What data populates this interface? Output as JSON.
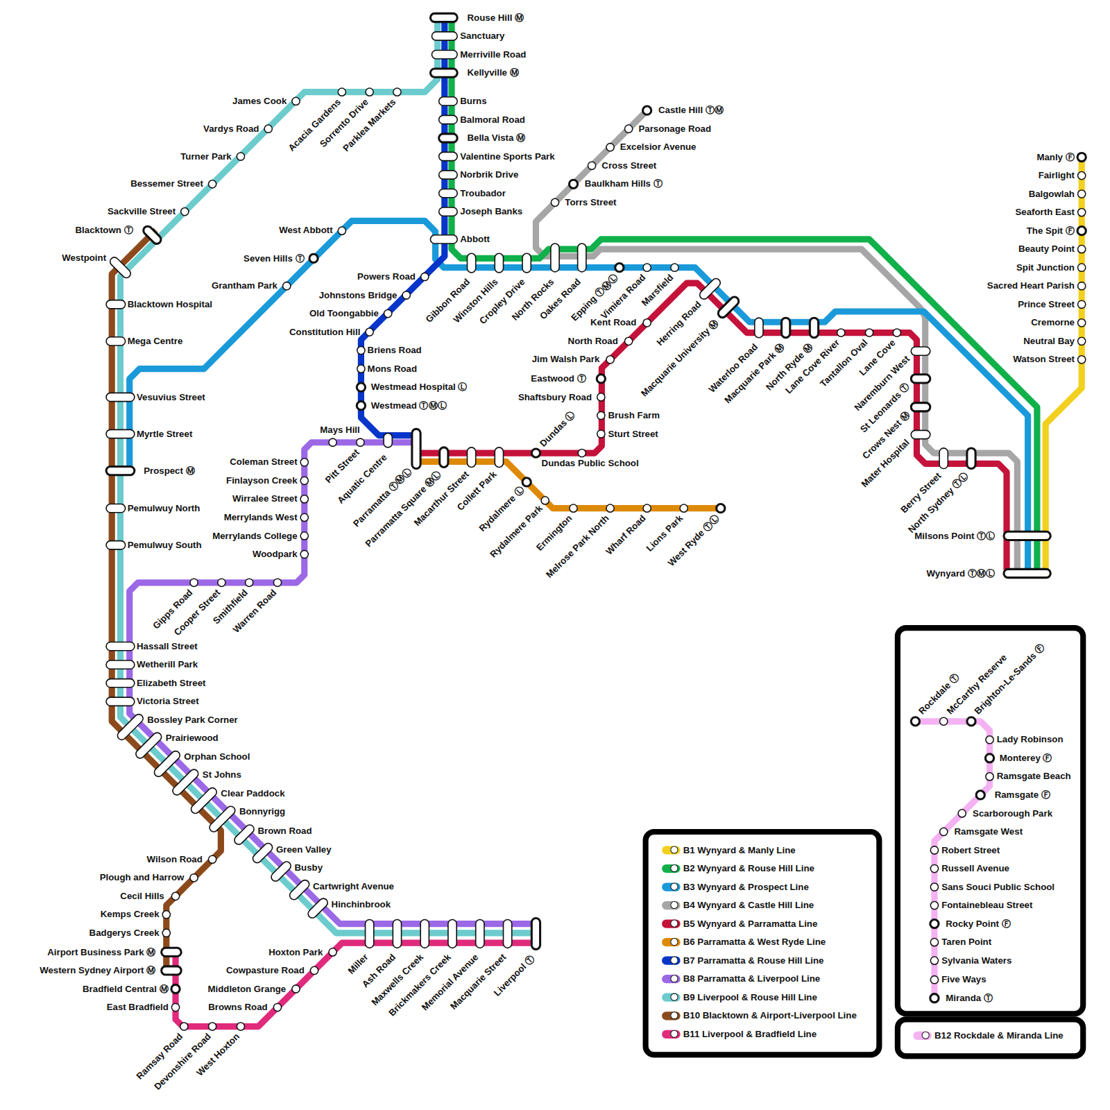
{
  "diagram": {
    "labels": [
      "Rouse Hill Ⓜ",
      "Sanctuary",
      "Merriville Road",
      "Kellyville Ⓜ",
      "Burns",
      "Balmoral Road",
      "Bella Vista Ⓜ",
      "Valentine Sports Park",
      "Norbrik Drive",
      "Troubador",
      "Joseph Banks",
      "Abbott",
      "James Cook",
      "Acacia Gardens",
      "Sorrento Drive",
      "Parklea Markets",
      "Vardys Road",
      "Turner Park",
      "Bessemer Street",
      "Sackville Street",
      "Blacktown Ⓣ",
      "Westpoint",
      "Blacktown Hospital",
      "Mega Centre",
      "Vesuvius Street",
      "Myrtle Street",
      "Prospect Ⓜ",
      "Pemulwuy North",
      "Pemulwuy South",
      "Hassall Street",
      "Wetherill Park",
      "Elizabeth Street",
      "Victoria Street",
      "Bossley Park Corner",
      "Prairiewood",
      "Orphan School",
      "St Johns",
      "Clear Paddock",
      "Bonnyrigg",
      "Brown Road",
      "Green Valley",
      "Busby",
      "Cartwright Avenue",
      "Hinchinbrook",
      "Miller",
      "Ash Road",
      "Maxwells Creek",
      "Brickmakers Creek",
      "Memorial Avenue",
      "Macquarie Street",
      "Liverpool Ⓣ",
      "West Abbott",
      "Seven Hills Ⓣ",
      "Grantham Park",
      "Powers Road",
      "Johnstons Bridge",
      "Old Toongabbie",
      "Constitution Hill",
      "Briens Road",
      "Mons Road",
      "Westmead Hospital Ⓛ",
      "Westmead ⓉⓂⓁ",
      "Mays Hill",
      "Pitt Street",
      "Aquatic Centre",
      "Parramatta ⓉⓂⓁ",
      "Parramatta Square ⓂⓁ",
      "Macarthur Street",
      "Collett Park",
      "Rydalmere Ⓛ",
      "Rydalmere Park",
      "Ermington",
      "Melrose Park North",
      "Wharf Road",
      "Lions Park",
      "West Ryde ⓉⓁ",
      "Dundas Ⓛ",
      "Dundas Public School",
      "Sturt Street",
      "Brush Farm",
      "Shaftsbury Road",
      "Eastwood Ⓣ",
      "Jim Walsh Park",
      "North Road",
      "Kent Road",
      "Gibbon Road",
      "Winston Hills",
      "Cropley Drive",
      "North Rocks",
      "Oakes Road",
      "Epping ⓉⓂⓁ",
      "Vimiera Road",
      "Marsfield",
      "Herring Road",
      "Macquarie University Ⓜ",
      "Waterloo Road",
      "Macquarie Park Ⓜ",
      "North Ryde Ⓜ",
      "Lane Cove River",
      "Tantallon Oval",
      "Lane Cove",
      "Naremburn West",
      "St Leonards Ⓣ",
      "Crows Nest Ⓜ",
      "Mater Hospital",
      "Berry Street",
      "North Sydney ⓉⓁ",
      "Milsons Point ⓉⓁ",
      "Wynyard ⓉⓂⓁ",
      "Castle Hill ⓉⓂ",
      "Parsonage Road",
      "Excelsior Avenue",
      "Cross Street",
      "Baulkham Hills Ⓣ",
      "Torrs Street",
      "Manly Ⓕ",
      "Fairlight",
      "Balgowlah",
      "Seaforth East",
      "The Spit Ⓕ",
      "Beauty Point",
      "Spit Junction",
      "Sacred Heart Parish",
      "Prince Street",
      "Cremorne",
      "Neutral Bay",
      "Watson Street",
      "Wilson Road",
      "Plough and Harrow",
      "Cecil Hills",
      "Kemps Creek",
      "Badgerys Creek",
      "Airport Business Park Ⓜ",
      "Western Sydney Airport Ⓜ",
      "Bradfield Central Ⓜ",
      "East Bradfield",
      "Ramsay Road",
      "Devonshire Road",
      "West Hoxton",
      "Browns Road",
      "Middleton Grange",
      "Cowpasture Road",
      "Hoxton Park",
      "Rockdale Ⓣ",
      "McCarthy Reserve",
      "Brighton-Le-Sands Ⓕ",
      "Lady Robinson",
      "Monterey Ⓕ",
      "Ramsgate Beach",
      "Ramsgate Ⓕ",
      "Scarborough Park",
      "Ramsgate West",
      "Robert Street",
      "Russell Avenue",
      "Sans Souci Public School",
      "Fontainebleau Street",
      "Rocky Point Ⓕ",
      "Taren Point",
      "Sylvania Waters",
      "Five Ways",
      "Miranda Ⓣ",
      "Coleman Street",
      "Finlayson Creek",
      "Wirralee Street",
      "Merrylands West",
      "Merrylands College",
      "Woodpark",
      "Gipps Road",
      "Cooper Street",
      "Smithfield",
      "Warren Road"
    ],
    "legend": [
      {
        "text": "B1 Wynyard & Manly Line",
        "color": "#f2d01e"
      },
      {
        "text": "B2 Wynyard & Rouse Hill Line",
        "color": "#10b04a"
      },
      {
        "text": "B3 Wynyard & Prospect Line",
        "color": "#1a9ad9"
      },
      {
        "text": "B4 Wynyard & Castle Hill Line",
        "color": "#a6a6a6"
      },
      {
        "text": "B5 Wynyard & Parramatta Line",
        "color": "#c4123a"
      },
      {
        "text": "B6 Parramatta & West Ryde Line",
        "color": "#de8a08"
      },
      {
        "text": "B7 Parramatta & Rouse Hill Line",
        "color": "#0635c9"
      },
      {
        "text": "B8 Parramatta & Liverpool Line",
        "color": "#9b68e6"
      },
      {
        "text": "B9 Liverpool & Rouse Hill Line",
        "color": "#6ccbcc"
      },
      {
        "text": "B10 Blacktown & Airport-Liverpool Line",
        "color": "#8c4a1c"
      },
      {
        "text": "B11 Liverpool & Bradfield Line",
        "color": "#e02a7c"
      },
      {
        "text": "B12 Rockdale & Miranda Line",
        "color": "#f4b2f2"
      }
    ]
  }
}
